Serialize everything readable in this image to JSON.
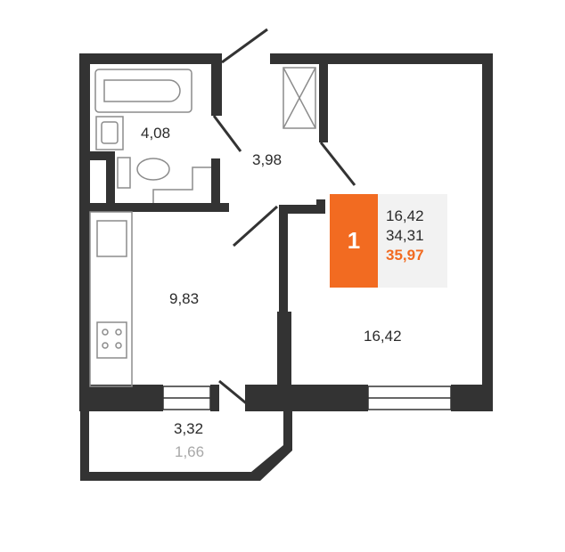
{
  "plan": {
    "rooms": [
      {
        "id": "bathroom",
        "area": "4,08"
      },
      {
        "id": "hallway",
        "area": "3,98"
      },
      {
        "id": "kitchen",
        "area": "9,83"
      },
      {
        "id": "living-room",
        "area": "16,42"
      },
      {
        "id": "balcony",
        "area": "3,32",
        "reduced_area": "1,66"
      }
    ],
    "summary": {
      "rooms_count": "1",
      "living_area": "16,42",
      "total_area": "34,31",
      "total_with_balcony": "35,97"
    },
    "colors": {
      "wall": "#333333",
      "accent": "#f26b21",
      "panel": "#f2f2f2",
      "fixture": "#8c8c8c",
      "muted_text": "#a8a8a8"
    }
  }
}
